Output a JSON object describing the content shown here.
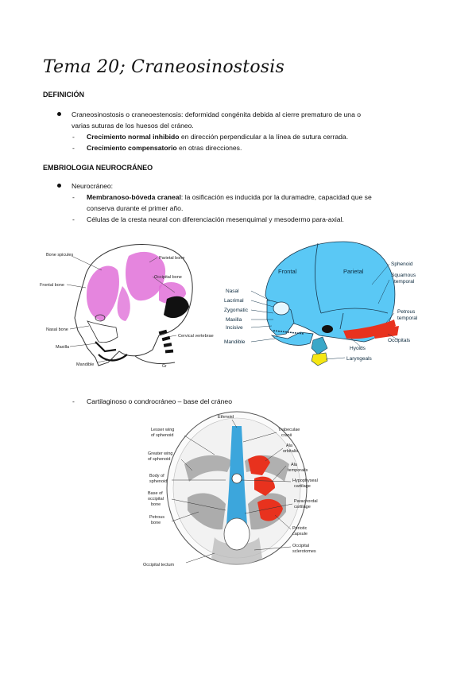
{
  "title": "Tema 20; Craneosinostosis",
  "sections": {
    "definicion": {
      "heading": "DEFINICIÓN",
      "bullet": "Craneosinostosis o craneoestenosis: deformidad congénita debida al cierre prematuro de una o",
      "bullet_cont": "varias suturas de los huesos del cráneo.",
      "dash1_bold": "Crecimiento normal inhibido",
      "dash1_rest": " en dirección perpendicular a la línea de sutura cerrada.",
      "dash2_bold": "Crecimiento compensatorio",
      "dash2_rest": " en otras direcciones."
    },
    "embriologia": {
      "heading": "EMBRIOLOGIA NEUROCRÁNEO",
      "bullet": "Neurocráneo:",
      "dash1_bold": "Membranoso-bóveda craneal",
      "dash1_rest": ": la osificación es inducida por la duramadre, capacidad que se",
      "dash1_cont": "conserva durante el primer año.",
      "dash2": "Células de la cresta neural con diferenciación mesenquimal y mesodermo para-axial.",
      "dash3": "Cartilaginoso o condrocráneo – base del cráneo"
    }
  },
  "figure1": {
    "labels": {
      "bone_spicules": "Bone spicules",
      "frontal_bone": "Frontal bone",
      "parietal_bone": "Parietal bone",
      "occipital_bone": "Occipital bone",
      "nasal_bone": "Nasal bone",
      "maxilla": "Maxilla",
      "mandible": "Mandible",
      "cervical_vertebrae": "Cervical vertebrae",
      "mark": "Gr"
    },
    "colors": {
      "ossification": "#e070d8",
      "bone": "#111111"
    }
  },
  "figure2": {
    "labels": {
      "frontal": "Frontal",
      "parietal": "Parietal",
      "sphenoid": "Sphenoid",
      "squamous_temporal": "Squamous\ntemporal",
      "squamous": "Squamous",
      "temporal": "temporal",
      "nasal": "Nasal",
      "lacrimal": "Lacrimal",
      "zygomatic": "Zygomatic",
      "maxilla": "Maxilla",
      "incisive": "Incisive",
      "mandible": "Mandible",
      "petrous": "Petrous",
      "petrous_temporal": "temporal",
      "occipitals": "Occipitals",
      "hyoids": "Hyoids",
      "laryngeals": "Laryngeals"
    },
    "colors": {
      "skull": "#5ac8f5",
      "red": "#e8321e",
      "yellow": "#f5e614",
      "teal": "#3aa7c8"
    }
  },
  "figure3": {
    "labels": {
      "ethmoid": "Ethmoid",
      "lesser_wing_1": "Lesser wing",
      "lesser_wing_2": "of sphenoid",
      "greater_wing_1": "Greater wing",
      "greater_wing_2": "of sphenoid",
      "body_1": "Body of",
      "body_2": "sphenoid",
      "base_1": "Base of",
      "base_2": "occipital",
      "base_3": "bone",
      "petrous_1": "Petrous",
      "petrous_2": "bone",
      "occipital_tectum": "Occipital tectum",
      "trabeculae_1": "Trabeculae",
      "trabeculae_2": "cranii",
      "ala_orbitalis_1": "Ala",
      "ala_orbitalis_2": "orbitalis",
      "ala_temporalis_1": "Ala",
      "ala_temporalis_2": "temporalis",
      "hypophyseal_1": "Hypophyseal",
      "hypophyseal_2": "cartilage",
      "parachordal_1": "Parachordal",
      "parachordal_2": "cartilage",
      "periotic_1": "Periotic",
      "periotic_2": "capsule",
      "occipital_sclerotomes_1": "Occipital",
      "occipital_sclerotomes_2": "sclerotomes"
    },
    "colors": {
      "blue": "#3ca6dc",
      "red": "#e8321e",
      "grey": "#9a9a9a"
    }
  }
}
